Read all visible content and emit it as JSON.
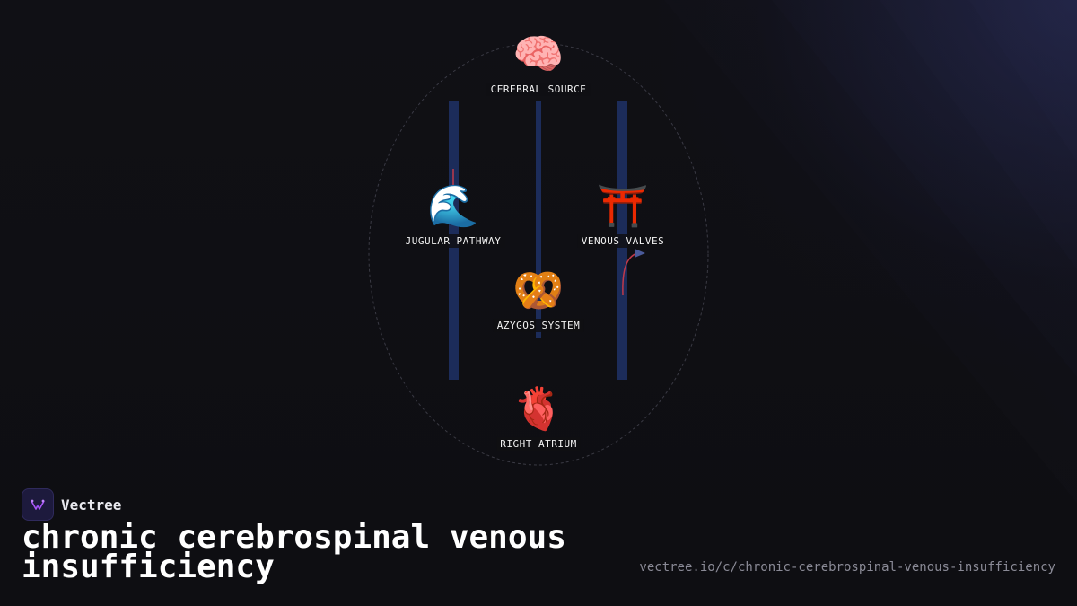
{
  "diagram": {
    "nodes": [
      {
        "id": "cerebral",
        "emoji": "🧠",
        "label": "CEREBRAL SOURCE"
      },
      {
        "id": "jugular",
        "emoji": "🌊",
        "label": "JUGULAR PATHWAY"
      },
      {
        "id": "valves",
        "emoji": "⛩️",
        "label": "VENOUS VALVES"
      },
      {
        "id": "azygos",
        "emoji": "🥨",
        "label": "AZYGOS SYSTEM"
      },
      {
        "id": "atrium",
        "emoji": "🫀",
        "label": "RIGHT ATRIUM"
      }
    ],
    "colors": {
      "channel": "#1c2c5a",
      "arrow_red": "#c0394a",
      "arrow_blue": "#4a5a9a",
      "outline": "#3a3a44"
    }
  },
  "brand": {
    "name": "Vectree",
    "logo_icon": "vectree-logo-icon"
  },
  "title": "chronic cerebrospinal venous insufficiency",
  "url": "vectree.io/c/chronic-cerebrospinal-venous-insufficiency"
}
